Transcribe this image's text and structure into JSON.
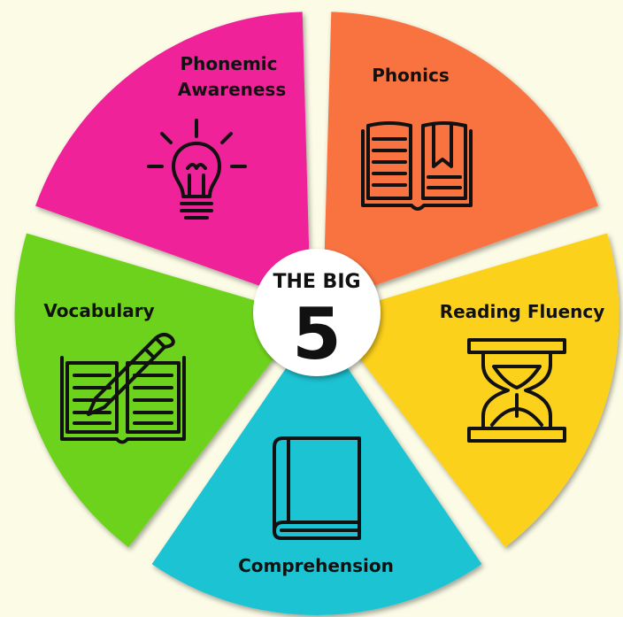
{
  "center": {
    "line1": "THE BIG",
    "line2": "5"
  },
  "segments": [
    {
      "label_lines": [
        "Phonemic",
        "Awareness"
      ],
      "color": "#f0209a",
      "icon": "lightbulb-icon"
    },
    {
      "label_lines": [
        "Phonics"
      ],
      "color": "#f8733f",
      "icon": "open-book-bookmark-icon"
    },
    {
      "label_lines": [
        "Reading Fluency"
      ],
      "color": "#fcd11a",
      "icon": "hourglass-icon"
    },
    {
      "label_lines": [
        "Comprehension"
      ],
      "color": "#1ec3d3",
      "icon": "closed-book-icon"
    },
    {
      "label_lines": [
        "Vocabulary"
      ],
      "color": "#6dd21c",
      "icon": "book-and-pen-icon"
    }
  ]
}
